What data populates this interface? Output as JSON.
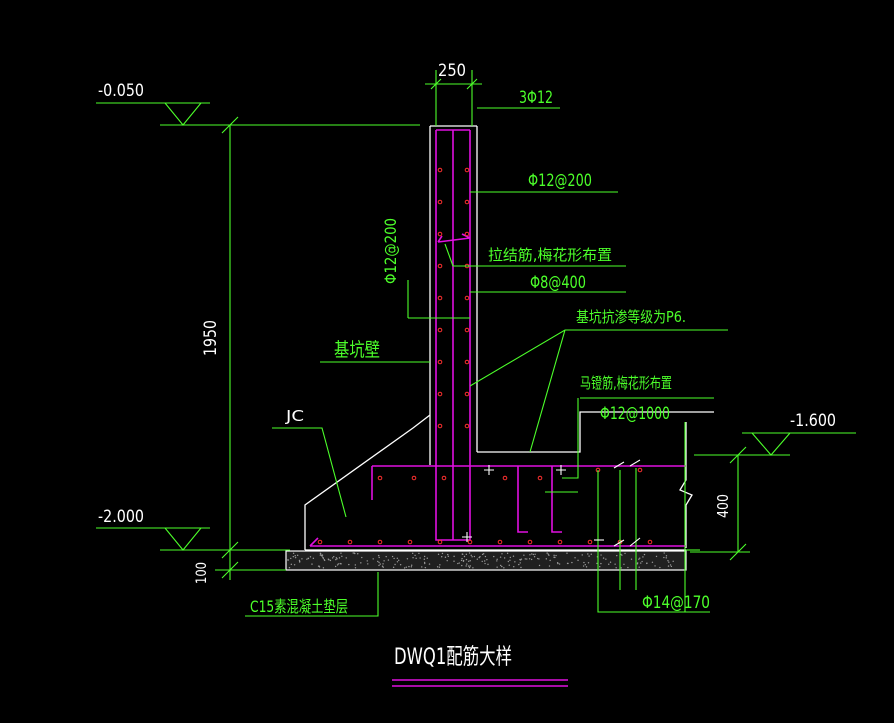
{
  "drawing": {
    "title": "DWQ1配筋大样",
    "elevations": {
      "top": "-0.050",
      "bottom": "-2.000",
      "right": "-1.600"
    },
    "dimensions": {
      "wall_width": "250",
      "wall_height": "1950",
      "cushion": "100",
      "footing_height": "400"
    },
    "labels": {
      "top_bars": "3Φ12",
      "vert_bars": "Φ12@200",
      "vert_bars_left": "Φ12@200",
      "tie_desc": "拉结筋,梅花形布置",
      "tie_spec": "Φ8@400",
      "waterproof": "基坑抗渗等级为P6.",
      "pit_wall": "基坑壁",
      "footing": "JC",
      "chair_desc": "马镫筋,梅花形布置",
      "chair_spec": "Φ12@1000",
      "bottom_bars": "Φ14@170",
      "cushion_desc": "C15素混凝土垫层"
    }
  },
  "colors": {
    "background": "#000000",
    "outline": "#ffffff",
    "dimension": "#4cff2a",
    "rebar": "#e010e0",
    "rebar_dot": "#ff3030",
    "hatch": "#9a9a9a"
  }
}
